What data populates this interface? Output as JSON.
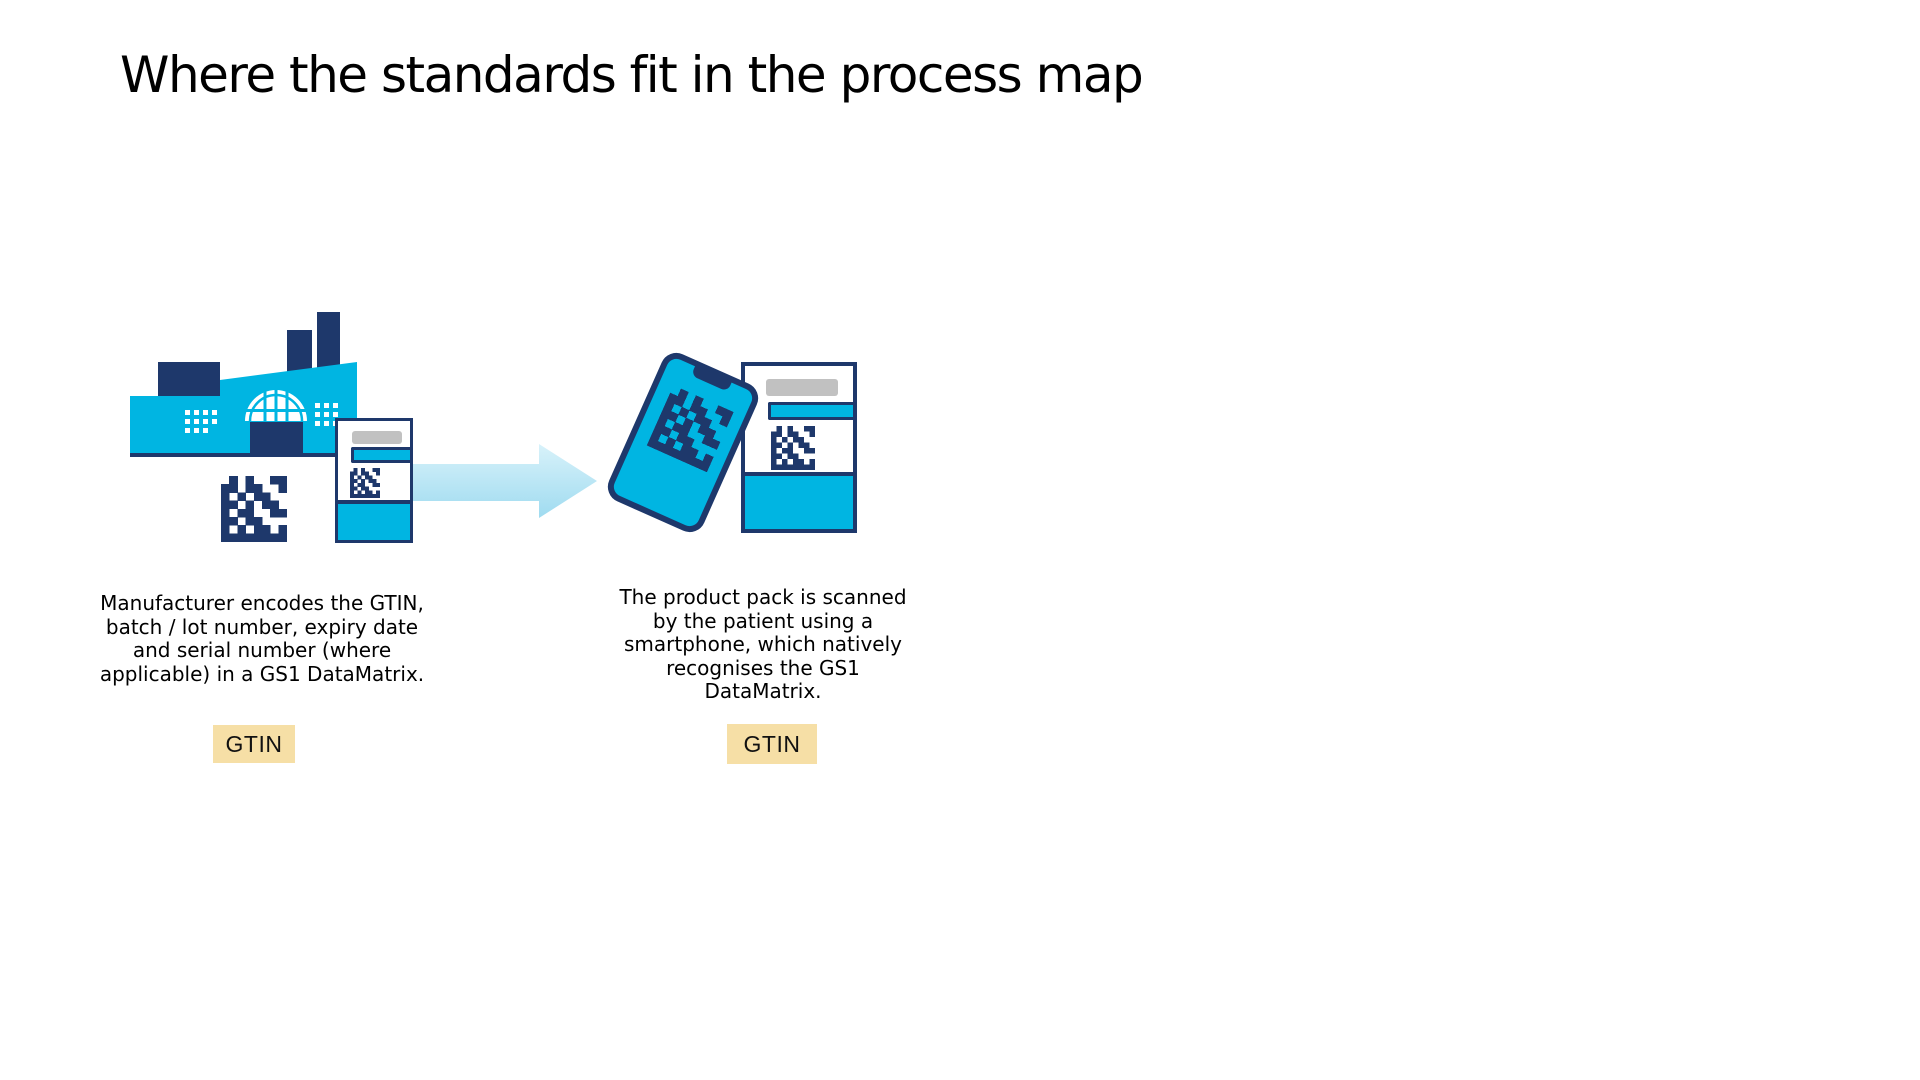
{
  "slide": {
    "title": "Where the standards fit in the process map",
    "background": "#FFFFFF"
  },
  "colors": {
    "cyan": "#00B5E2",
    "navy": "#1E386B",
    "arrow_light": "#D8F2FA",
    "arrow_dark": "#9FDBF0",
    "badge_background": "#F6DFA6",
    "label_gray": "#C1C1C1",
    "text": "#000000"
  },
  "steps": [
    {
      "caption": "Manufacturer encodes the GTIN,\nbatch / lot number, expiry date\nand serial number (where\napplicable) in a GS1 DataMatrix.",
      "badge_label": "GTIN",
      "icons": [
        "factory-icon",
        "gs1-datamatrix-icon",
        "product-pack-icon"
      ]
    },
    {
      "caption": "The product pack is scanned\nby the patient using a\nsmartphone, which natively\nrecognises the GS1\nDataMatrix.",
      "badge_label": "GTIN",
      "icons": [
        "smartphone-icon",
        "gs1-datamatrix-icon",
        "product-pack-icon"
      ]
    }
  ],
  "connector": {
    "icon": "right-arrow-icon"
  }
}
